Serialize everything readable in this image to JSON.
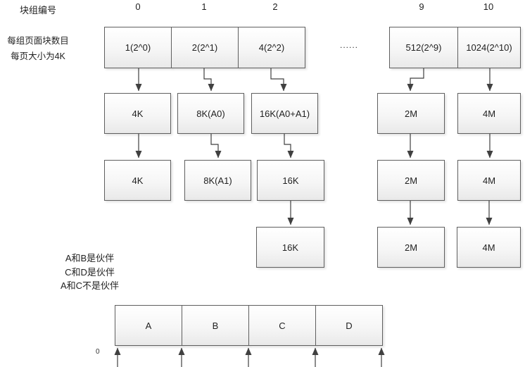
{
  "header": {
    "row_label": "块组编号",
    "group_numbers": [
      "0",
      "1",
      "2",
      "9",
      "10"
    ],
    "ellipsis": "......"
  },
  "left_note": {
    "line1": "每组页面块数目",
    "line2": "每页大小为4K"
  },
  "rows": {
    "row1": [
      "1(2^0)",
      "2(2^1)",
      "4(2^2)",
      "512(2^9)",
      "1024(2^10)"
    ],
    "row2": [
      "4K",
      "8K(A0)",
      "16K(A0+A1)",
      "2M",
      "4M"
    ],
    "row3": [
      "4K",
      "8K(A1)",
      "16K",
      "2M",
      "4M"
    ],
    "row4": [
      "16K",
      "2M",
      "4M"
    ]
  },
  "buddy_notes": {
    "line1": "A和B是伙伴",
    "line2": "C和D是伙伴",
    "line3": "A和C不是伙伴"
  },
  "memory_strip": {
    "cells": [
      "A",
      "B",
      "C",
      "D"
    ],
    "origin_label": "0"
  },
  "colors": {
    "box_border": "#5f5f5f",
    "line": "#404040",
    "text": "#1f1f1f"
  }
}
